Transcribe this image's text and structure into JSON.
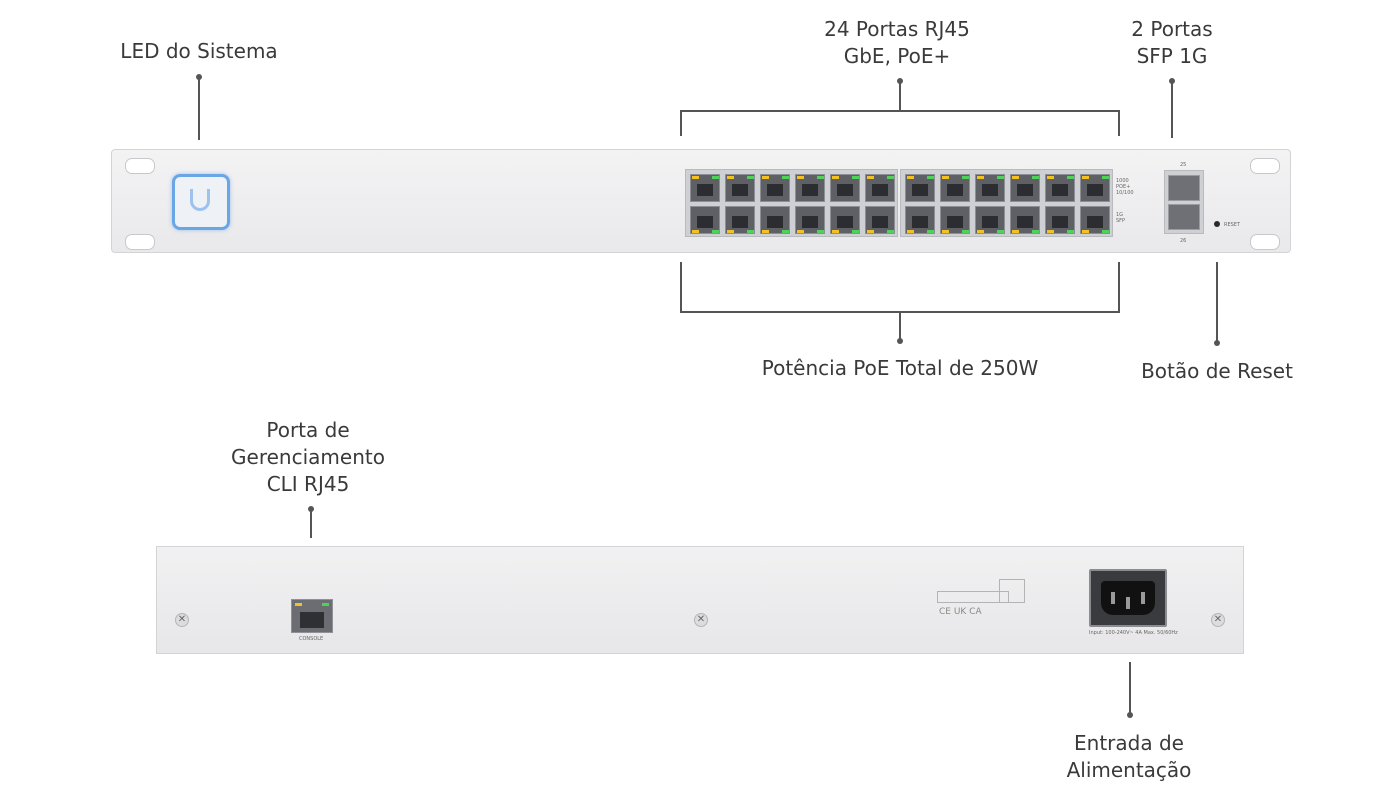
{
  "labels": {
    "system_led": "LED do Sistema",
    "rj45_ports": [
      "24 Portas RJ45",
      "GbE, PoE+"
    ],
    "sfp_ports": [
      "2 Portas",
      "SFP 1G"
    ],
    "poe_total": "Potência PoE Total de 250W",
    "reset_button": "Botão de Reset",
    "mgmt_port": [
      "Porta de",
      "Gerenciamento",
      "CLI RJ45"
    ],
    "power_input": [
      "Entrada de",
      "Alimentação"
    ]
  },
  "front_panel": {
    "reset_text": "RESET",
    "sfp_numbers": [
      "25",
      "26"
    ],
    "led_legend": [
      "1000",
      "POE+",
      "10/100"
    ],
    "sfp_legend": [
      "1G",
      "SFP"
    ]
  },
  "rear_panel": {
    "console_text": "CONSOLE",
    "power_rating": "Input: 100-240V~ 4A Max. 50/60Hz",
    "cert_marks": "CE UK CA"
  },
  "colors": {
    "led_green": "#4fd15a",
    "led_amber": "#f2c224",
    "system_led_blue": "#6aa6e6"
  }
}
